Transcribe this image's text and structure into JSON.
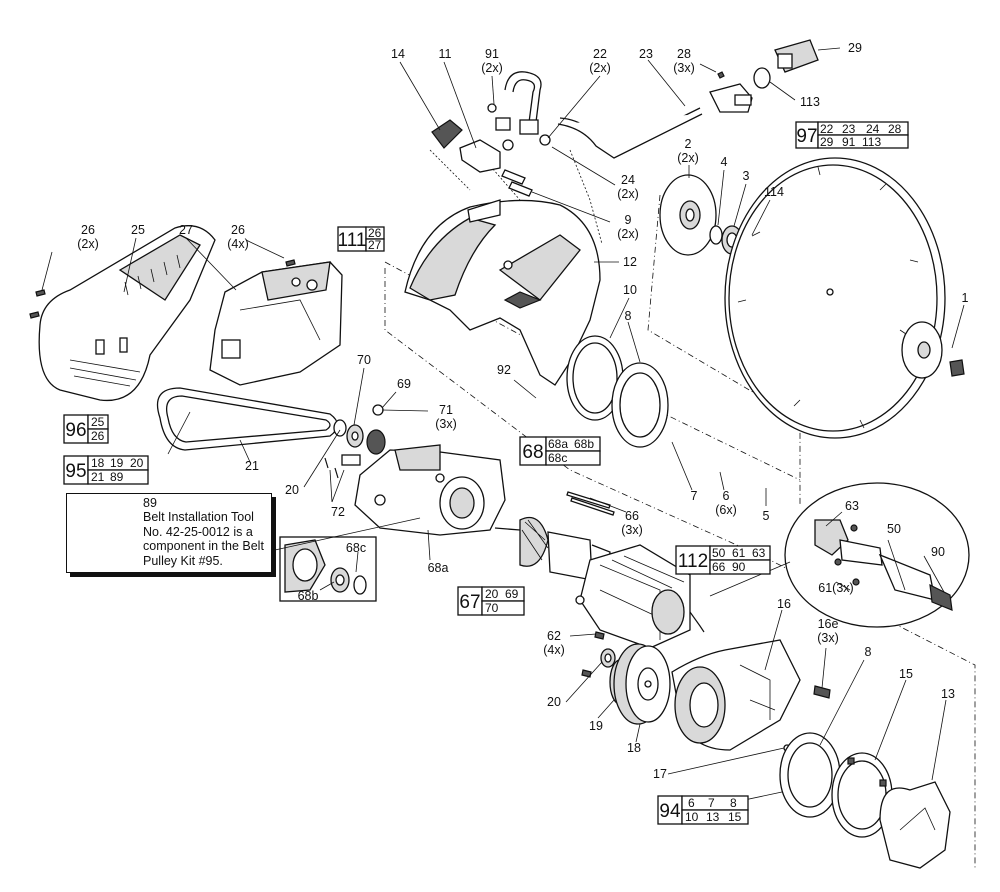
{
  "callouts": [
    {
      "id": "c14",
      "text": "14"
    },
    {
      "id": "c11",
      "text": "11"
    },
    {
      "id": "c91",
      "text": "91"
    },
    {
      "id": "c91q",
      "text": "(2x)"
    },
    {
      "id": "c22",
      "text": "22"
    },
    {
      "id": "c22q",
      "text": "(2x)"
    },
    {
      "id": "c23",
      "text": "23"
    },
    {
      "id": "c28",
      "text": "28"
    },
    {
      "id": "c28q",
      "text": "(3x)"
    },
    {
      "id": "c29",
      "text": "29"
    },
    {
      "id": "c113",
      "text": "113"
    },
    {
      "id": "c24",
      "text": "24"
    },
    {
      "id": "c24q",
      "text": "(2x)"
    },
    {
      "id": "c9",
      "text": "9"
    },
    {
      "id": "c9q",
      "text": "(2x)"
    },
    {
      "id": "c2",
      "text": "2"
    },
    {
      "id": "c2q",
      "text": "(2x)"
    },
    {
      "id": "c4",
      "text": "4"
    },
    {
      "id": "c3",
      "text": "3"
    },
    {
      "id": "c114",
      "text": "114"
    },
    {
      "id": "c12",
      "text": "12"
    },
    {
      "id": "c10",
      "text": "10"
    },
    {
      "id": "c8a",
      "text": "8"
    },
    {
      "id": "c1",
      "text": "1"
    },
    {
      "id": "c26a",
      "text": "26"
    },
    {
      "id": "c26aq",
      "text": "(2x)"
    },
    {
      "id": "c25",
      "text": "25"
    },
    {
      "id": "c27",
      "text": "27"
    },
    {
      "id": "c26b",
      "text": "26"
    },
    {
      "id": "c26bq",
      "text": "(4x)"
    },
    {
      "id": "c70",
      "text": "70"
    },
    {
      "id": "c69",
      "text": "69"
    },
    {
      "id": "c71",
      "text": "71"
    },
    {
      "id": "c71q",
      "text": "(3x)"
    },
    {
      "id": "c92",
      "text": "92"
    },
    {
      "id": "c21",
      "text": "21"
    },
    {
      "id": "c20a",
      "text": "20"
    },
    {
      "id": "c72",
      "text": "72"
    },
    {
      "id": "c7",
      "text": "7"
    },
    {
      "id": "c6",
      "text": "6"
    },
    {
      "id": "c6q",
      "text": "(6x)"
    },
    {
      "id": "c5",
      "text": "5"
    },
    {
      "id": "c63",
      "text": "63"
    },
    {
      "id": "c66",
      "text": "66"
    },
    {
      "id": "c66q",
      "text": "(3x)"
    },
    {
      "id": "c68c",
      "text": "68c"
    },
    {
      "id": "c68a",
      "text": "68a"
    },
    {
      "id": "c68b",
      "text": "68b"
    },
    {
      "id": "c50",
      "text": "50"
    },
    {
      "id": "c90",
      "text": "90"
    },
    {
      "id": "c61",
      "text": "61(3x)"
    },
    {
      "id": "c16",
      "text": "16"
    },
    {
      "id": "c16e",
      "text": "16e"
    },
    {
      "id": "c16eq",
      "text": "(3x)"
    },
    {
      "id": "c62",
      "text": "62"
    },
    {
      "id": "c62q",
      "text": "(4x)"
    },
    {
      "id": "c8b",
      "text": "8"
    },
    {
      "id": "c15",
      "text": "15"
    },
    {
      "id": "c20b",
      "text": "20"
    },
    {
      "id": "c13",
      "text": "13"
    },
    {
      "id": "c19",
      "text": "19"
    },
    {
      "id": "c18",
      "text": "18"
    },
    {
      "id": "c17",
      "text": "17"
    }
  ],
  "kits": [
    {
      "id": "k97",
      "number": "97",
      "parts": [
        [
          "22",
          "23",
          "24",
          "28"
        ],
        [
          "29",
          "91",
          "113",
          ""
        ]
      ]
    },
    {
      "id": "k111",
      "number": "111",
      "parts": [
        [
          "26"
        ],
        [
          "27"
        ]
      ]
    },
    {
      "id": "k96",
      "number": "96",
      "parts": [
        [
          "25"
        ],
        [
          "26"
        ]
      ]
    },
    {
      "id": "k95",
      "number": "95",
      "parts": [
        [
          "18",
          "19",
          "20"
        ],
        [
          "21",
          "89",
          ""
        ]
      ]
    },
    {
      "id": "k68",
      "number": "68",
      "parts": [
        [
          "68a",
          "68b"
        ],
        [
          "68c",
          ""
        ]
      ]
    },
    {
      "id": "k112",
      "number": "112",
      "parts": [
        [
          "50",
          "61",
          "63"
        ],
        [
          "66",
          "90",
          ""
        ]
      ]
    },
    {
      "id": "k67",
      "number": "67",
      "parts": [
        [
          "20",
          "69"
        ],
        [
          "70",
          ""
        ]
      ]
    },
    {
      "id": "k94",
      "number": "94",
      "parts": [
        [
          "6",
          "7",
          "8"
        ],
        [
          "10",
          "13",
          "15"
        ]
      ]
    }
  ],
  "belt_note": {
    "number": "89",
    "text": "Belt Installation Tool No. 42-25-0012 is a component in the Belt Pulley Kit #95."
  },
  "colors": {
    "line": "#111111",
    "fill_light": "#d9d9d9",
    "fill_dark": "#555555",
    "background": "#ffffff"
  }
}
